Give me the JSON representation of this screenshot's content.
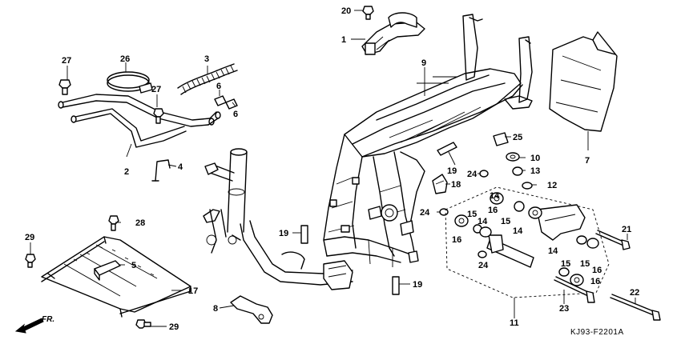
{
  "diagram_code": "KJ93-F2201A",
  "front_indicator": "FR.",
  "callouts": {
    "c1": "1",
    "c2": "2",
    "c3": "3",
    "c4": "4",
    "c5": "5",
    "c6a": "6",
    "c6b": "6",
    "c7": "7",
    "c8": "8",
    "c9": "9",
    "c10": "10",
    "c11": "11",
    "c12": "12",
    "c13": "13",
    "c14a": "14",
    "c14b": "14",
    "c14c": "14",
    "c14d": "14",
    "c15a": "15",
    "c15b": "15",
    "c15c": "15",
    "c15d": "15",
    "c16a": "16",
    "c16b": "16",
    "c16c": "16",
    "c16d": "16",
    "c17": "17",
    "c18": "18",
    "c19a": "19",
    "c19b": "19",
    "c19c": "19",
    "c20": "20",
    "c21": "21",
    "c22": "22",
    "c23": "23",
    "c24a": "24",
    "c24b": "24",
    "c24c": "24",
    "c25": "25",
    "c26": "26",
    "c27a": "27",
    "c27b": "27",
    "c28": "28",
    "c29a": "29",
    "c29b": "29"
  }
}
